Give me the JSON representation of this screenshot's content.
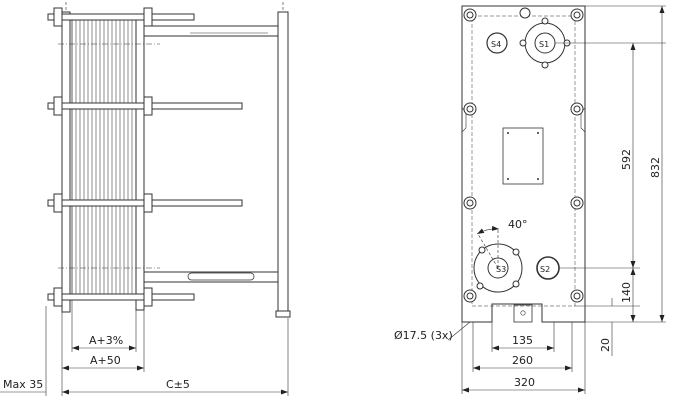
{
  "side_view": {
    "dim_a3": "A+3%",
    "dim_a50": "A+50",
    "dim_max": "Max 35",
    "dim_c": "C±5"
  },
  "front_view": {
    "ports": {
      "s1": "S1",
      "s2": "S2",
      "s3": "S3",
      "s4": "S4"
    },
    "angle_label": "40°",
    "dim_592": "592",
    "dim_832": "832",
    "dim_140": "140",
    "dim_135": "135",
    "dim_260": "260",
    "dim_320": "320",
    "dim_20": "20",
    "hole_note": "Ø17.5 (3x)"
  }
}
